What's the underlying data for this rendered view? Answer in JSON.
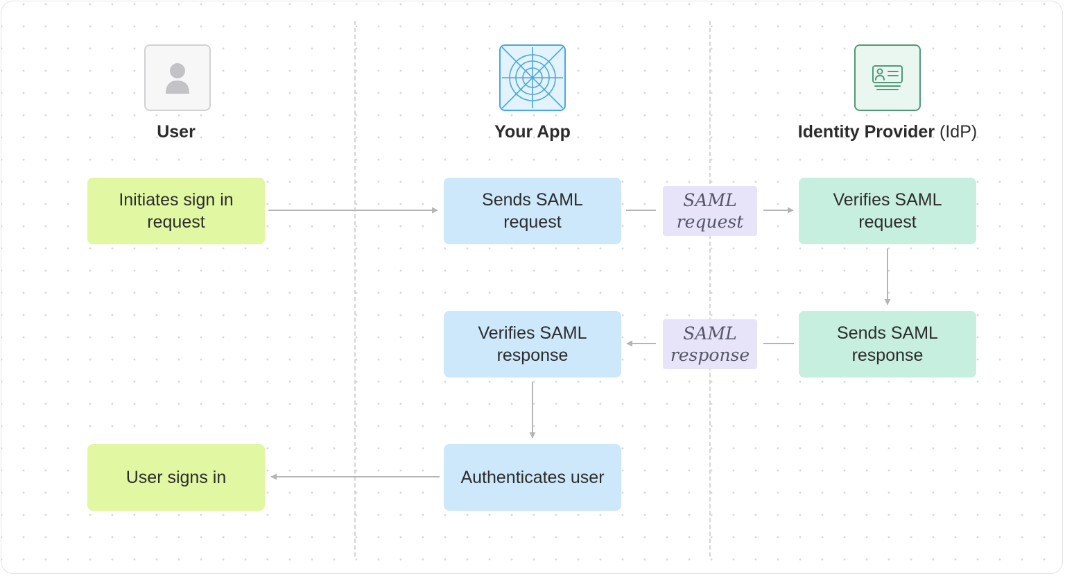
{
  "lanes": {
    "user": {
      "title": "User",
      "icon": "user-avatar-icon"
    },
    "app": {
      "title": "Your App",
      "icon": "app-crosshair-icon"
    },
    "idp": {
      "title": "Identity Provider",
      "title_suffix": "(IdP)",
      "icon": "id-card-icon"
    }
  },
  "steps": {
    "initiates": "Initiates sign in request",
    "sends_request": "Sends SAML request",
    "verifies_request": "Verifies SAML request",
    "sends_response": "Sends SAML response",
    "verifies_response": "Verifies SAML response",
    "authenticates": "Authenticates user",
    "signs_in": "User signs in"
  },
  "messages": {
    "request": "SAML request",
    "response": "SAML response"
  },
  "colors": {
    "user_step": "#e1f7a1",
    "app_step": "#cde8fa",
    "idp_step": "#c6efdf",
    "message": "#e7e4fa",
    "arrow": "#b5b5b5",
    "app_icon": "#4aa8e0",
    "idp_icon": "#4f9a78"
  }
}
